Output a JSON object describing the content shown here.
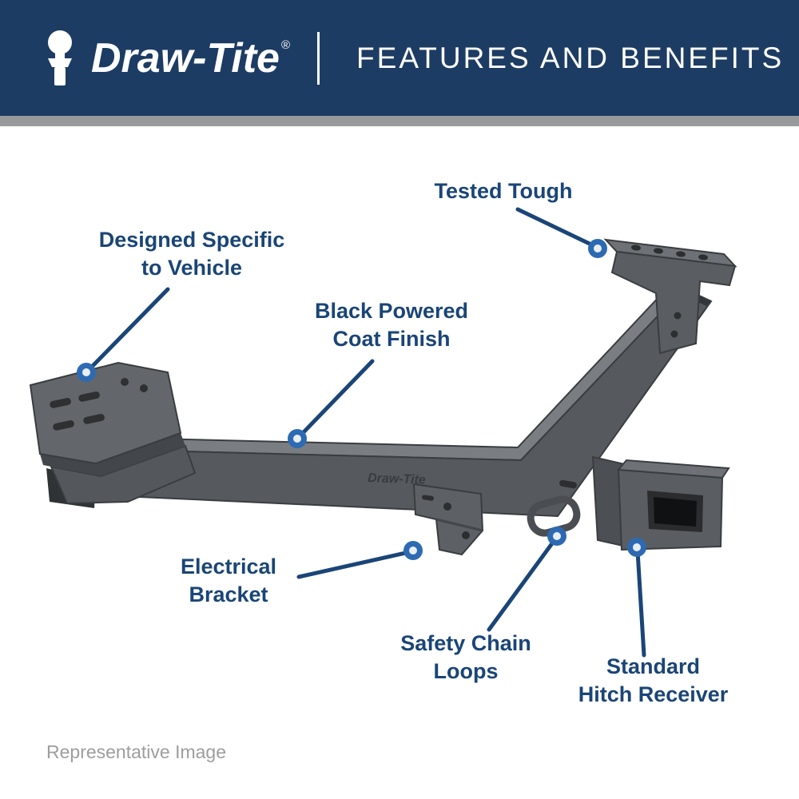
{
  "header": {
    "brand": "Draw-Tite",
    "registered": "®",
    "title": "FEATURES AND BENEFITS"
  },
  "callouts": [
    {
      "id": "tested-tough",
      "label": "Tested Tough"
    },
    {
      "id": "designed-specific",
      "label": "Designed Specific\nto Vehicle"
    },
    {
      "id": "black-powered-coat",
      "label": "Black Powered\nCoat Finish"
    },
    {
      "id": "electrical-bracket",
      "label": "Electrical\nBracket"
    },
    {
      "id": "safety-chain-loops",
      "label": "Safety Chain\nLoops"
    },
    {
      "id": "standard-hitch-receiver",
      "label": "Standard\nHitch Receiver"
    }
  ],
  "illustration": {
    "stamp": "Draw-Tite"
  },
  "footnote": "Representative Image",
  "colors": {
    "header_bg": "#1d3c63",
    "strip_gray": "#97999b",
    "accent_blue": "#1a4577",
    "marker_blue": "#2d6ab2",
    "hitch_gray": "#565a5e"
  }
}
